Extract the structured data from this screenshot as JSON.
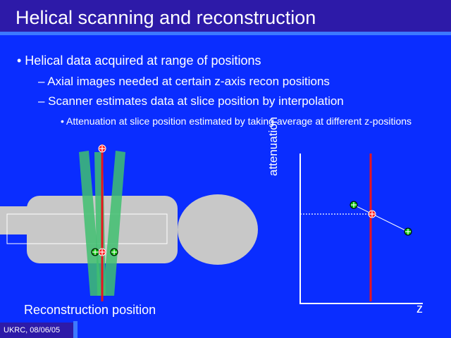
{
  "title": "Helical scanning and reconstruction",
  "bullets": {
    "b1": "•  Helical data acquired at range of positions",
    "b2": "–  Axial images needed at certain z-axis recon positions",
    "b3": "–  Scanner estimates data at slice position by interpolation",
    "b4": "•  Attenuation at slice position estimated by taking average at different z-positions"
  },
  "diagram": {
    "recon_label": "Reconstruction position"
  },
  "graph": {
    "ylabel": "attenuation",
    "xlabel": "z"
  },
  "footer": "UKRC, 08/06/05",
  "colors": {
    "background": "#0a2dff",
    "title_bar": "#2d1aa8",
    "phantom": "#c8c8c8",
    "beam": "#40c070",
    "recon_line": "#e8141e",
    "marker_green": "#00c000",
    "marker_red": "#ff2020"
  }
}
